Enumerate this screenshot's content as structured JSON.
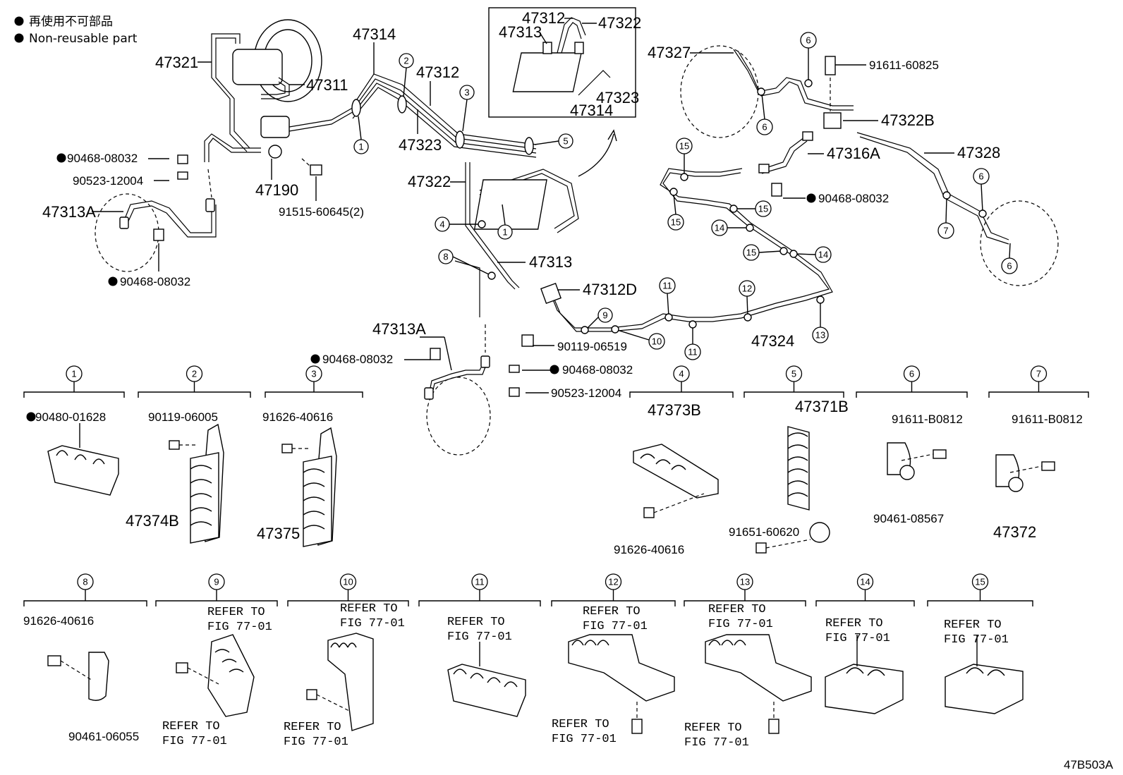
{
  "legend": {
    "item1": "再使用不可部品",
    "item2": "Non-reusable part"
  },
  "figure_code": "47B503A",
  "parts": {
    "p47321": "47321",
    "p47311": "47311",
    "p47314": "47314",
    "p47312": "47312",
    "p47323": "47323",
    "p47322": "47322",
    "p47190": "47190",
    "p91515": "91515-60645(2)",
    "p90468a": "90468-08032",
    "p90523a": "90523-12004",
    "p47313A_a": "47313A",
    "p90468b": "90468-08032",
    "p47313": "47313",
    "p47312D": "47312D",
    "p47313A_b": "47313A",
    "p90468c": "90468-08032",
    "p90468d": "90468-08032",
    "p90523b": "90523-12004",
    "p90119a": "90119-06519",
    "p47324": "47324",
    "inset_47312": "47312",
    "inset_47313": "47313",
    "inset_47322": "47322",
    "inset_47323": "47323",
    "inset_47314": "47314",
    "p47327": "47327",
    "p91611a": "91611-60825",
    "p47322B": "47322B",
    "p47316A": "47316A",
    "p47328": "47328",
    "p90468e": "90468-08032"
  },
  "detail_groups": [
    {
      "num": "1",
      "labels": [
        "90480-01628"
      ]
    },
    {
      "num": "2",
      "labels": [
        "90119-06005",
        "47374B"
      ]
    },
    {
      "num": "3",
      "labels": [
        "91626-40616",
        "47375"
      ]
    },
    {
      "num": "4",
      "labels": [
        "47373B",
        "91626-40616"
      ]
    },
    {
      "num": "5",
      "labels": [
        "47371B",
        "91651-60620"
      ]
    },
    {
      "num": "6",
      "labels": [
        "91611-B0812",
        "90461-08567"
      ]
    },
    {
      "num": "7",
      "labels": [
        "91611-B0812",
        "47372"
      ]
    },
    {
      "num": "8",
      "labels": [
        "91626-40616",
        "90461-06055"
      ]
    },
    {
      "num": "9",
      "labels": [
        "REFER TO",
        "FIG 77-01",
        "REFER TO",
        "FIG 77-01"
      ]
    },
    {
      "num": "10",
      "labels": [
        "REFER TO",
        "FIG 77-01",
        "REFER TO",
        "FIG 77-01"
      ]
    },
    {
      "num": "11",
      "labels": [
        "REFER TO",
        "FIG 77-01"
      ]
    },
    {
      "num": "12",
      "labels": [
        "REFER TO",
        "FIG 77-01",
        "REFER TO",
        "FIG 77-01"
      ]
    },
    {
      "num": "13",
      "labels": [
        "REFER TO",
        "FIG 77-01",
        "REFER TO",
        "FIG 77-01"
      ]
    },
    {
      "num": "14",
      "labels": [
        "REFER TO",
        "FIG 77-01"
      ]
    },
    {
      "num": "15",
      "labels": [
        "REFER TO",
        "FIG 77-01"
      ]
    }
  ],
  "callouts": {
    "c1a": "1",
    "c2a": "2",
    "c3a": "3",
    "c4a": "4",
    "c5a": "5",
    "c1b": "1",
    "c8a": "8",
    "c9a": "9",
    "c10a": "10",
    "c11a": "11",
    "c11b": "11",
    "c12a": "12",
    "c13a": "13",
    "c14a": "14",
    "c14b": "14",
    "c15a": "15",
    "c15b": "15",
    "c15c": "15",
    "c15d": "15",
    "c6a": "6",
    "c6b": "6",
    "c6c": "6",
    "c6d": "6",
    "c7a": "7"
  },
  "colors": {
    "ink": "#000000",
    "paper": "#ffffff"
  }
}
